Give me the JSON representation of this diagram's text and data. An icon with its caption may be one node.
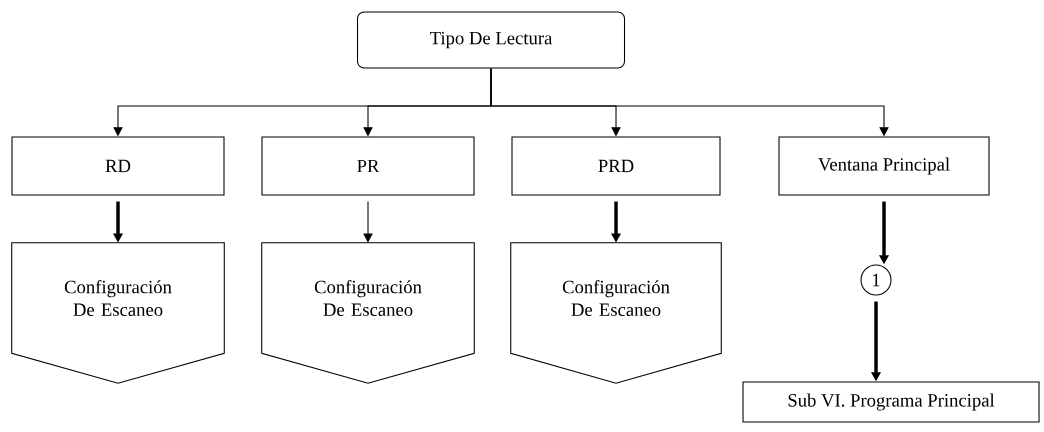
{
  "diagram": {
    "nodes": [
      {
        "text": [
          "Tipo De Lectura"
        ]
      },
      {
        "text": [
          "RD"
        ]
      },
      {
        "text": [
          "PR"
        ]
      },
      {
        "text": [
          "PRD"
        ]
      },
      {
        "text": [
          "Ventana Principal"
        ]
      },
      {
        "text": [
          "Configuración De Escaneo"
        ]
      },
      {
        "text": [
          "Configuración De Escaneo"
        ]
      },
      {
        "text": [
          "Configuración De Escaneo"
        ]
      },
      {
        "text": [
          "1"
        ]
      },
      {
        "text": [
          "Sub VI. Programa Principal"
        ]
      }
    ],
    "edges": [
      {
        "from": 0,
        "to": 1,
        "arrow": "to"
      },
      {
        "from": 0,
        "to": 2,
        "arrow": "to"
      },
      {
        "from": 0,
        "to": 3,
        "arrow": "to"
      },
      {
        "from": 0,
        "to": 4,
        "arrow": "to"
      },
      {
        "from": 1,
        "to": 5,
        "arrow": "to",
        "style": "thick"
      },
      {
        "from": 2,
        "to": 6,
        "arrow": "to"
      },
      {
        "from": 3,
        "to": 7,
        "arrow": "to",
        "style": "thick"
      },
      {
        "from": 4,
        "to": 8,
        "arrow": "to",
        "style": "thick"
      },
      {
        "from": 8,
        "to": 9,
        "arrow": "to",
        "style": "thick"
      }
    ]
  }
}
